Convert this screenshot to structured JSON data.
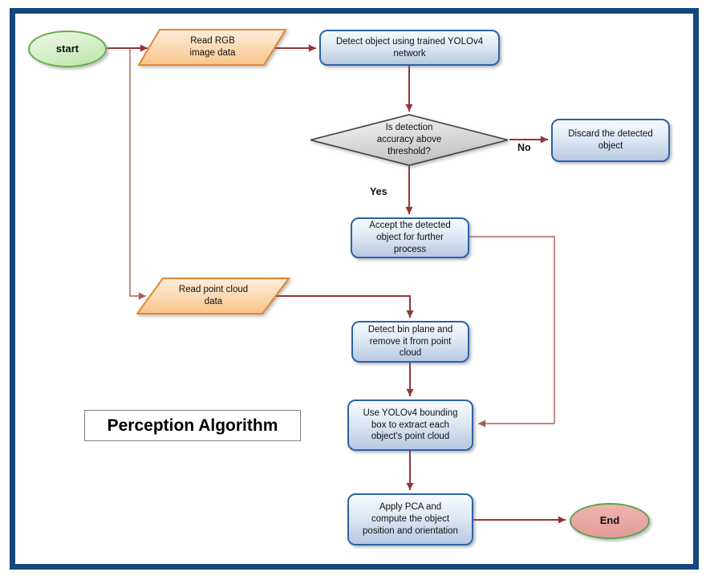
{
  "caption": "Perception Algorithm",
  "nodes": {
    "start": "start",
    "read_rgb": "Read RGB\nimage data",
    "detect_yolo": "Detect object using trained YOLOv4\nnetwork",
    "decision": "Is detection\naccuracy above\nthreshold?",
    "discard": "Discard the detected\nobject",
    "accept": "Accept the detected\nobject for further\nprocess",
    "read_pointcloud": "Read point cloud\ndata",
    "bin_plane": "Detect bin plane and\nremove it from point\ncloud",
    "extract": "Use YOLOv4 bounding\nbox to extract each\nobject's point cloud",
    "pca": "Apply PCA and\ncompute the object\nposition and orientation",
    "end": "End"
  },
  "edge_labels": {
    "yes": "Yes",
    "no": "No"
  },
  "colors": {
    "frame": "#14477D",
    "arrow": "#943634",
    "process_fill_top": "#F6FAFD",
    "process_fill_bottom": "#B7C8E2",
    "process_border": "#2C62A7",
    "io_fill_top": "#FDEEDC",
    "io_fill_bottom": "#F9C58B",
    "io_border": "#E2882F",
    "decision_fill_top": "#F7F7F7",
    "decision_fill_bottom": "#C3C3C3",
    "decision_border": "#3F3F3F",
    "start_fill": "#BCE5A8",
    "start_border": "#68AB49",
    "end_fill": "#E39C99",
    "end_border": "#58A64F"
  }
}
